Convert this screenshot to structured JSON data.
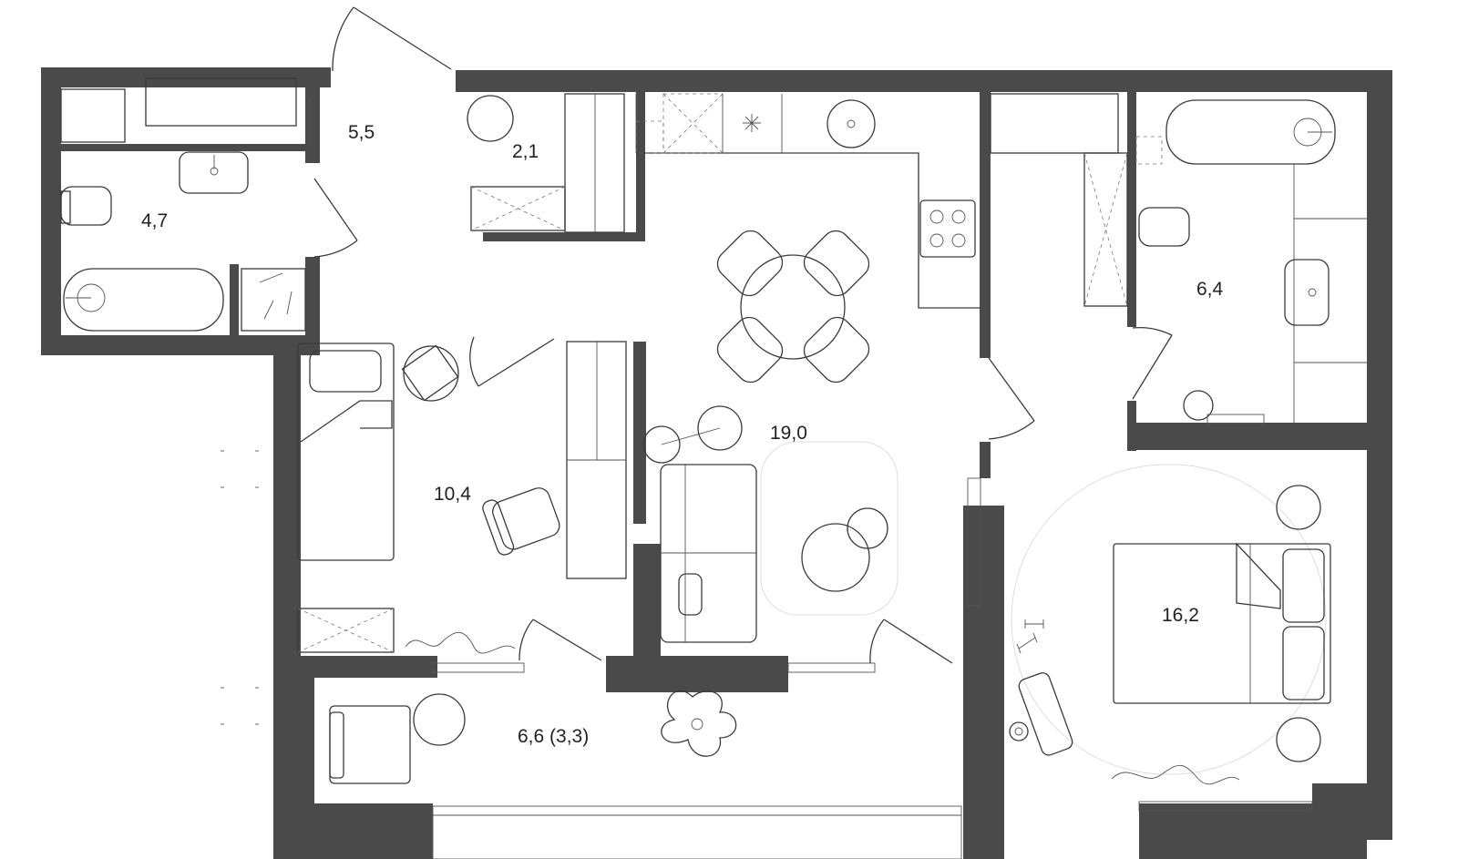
{
  "rooms": [
    {
      "id": "bathroom-1",
      "area": "4,7"
    },
    {
      "id": "hallway",
      "area": "5,5"
    },
    {
      "id": "storage",
      "area": "2,1"
    },
    {
      "id": "kitchen-living",
      "area": "19,0"
    },
    {
      "id": "bedroom-small",
      "area": "10,4"
    },
    {
      "id": "bathroom-2",
      "area": "6,4"
    },
    {
      "id": "bedroom-master",
      "area": "16,2"
    },
    {
      "id": "balcony",
      "area": "6,6 (3,3)"
    }
  ],
  "colors": {
    "wall": "#4a4a4a",
    "line": "#3a3a3a",
    "background": "#ffffff"
  }
}
